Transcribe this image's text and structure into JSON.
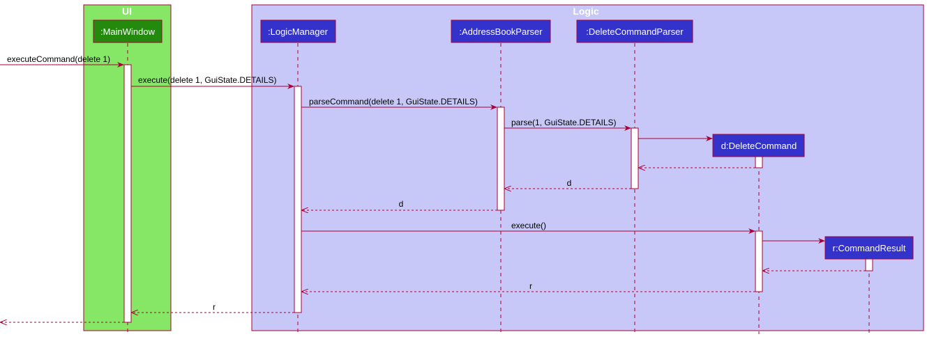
{
  "colors": {
    "ui_group": "#86E766",
    "logic_group": "#C8C8F8",
    "ui_participant": "#238A0E",
    "logic_participant": "#3333CC",
    "arrow": "#A80036",
    "participant_border": "#A80036"
  },
  "groups": {
    "ui": "UI",
    "logic": "Logic"
  },
  "participants": {
    "main_window": ":MainWindow",
    "logic_manager": ":LogicManager",
    "address_book_parser": ":AddressBookParser",
    "delete_command_parser": ":DeleteCommandParser",
    "delete_command": "d:DeleteCommand",
    "command_result": "r:CommandResult"
  },
  "messages": {
    "m1": "executeCommand(delete 1)",
    "m2": "execute(delete 1, GuiState.DETAILS)",
    "m3": "parseCommand(delete 1, GuiState.DETAILS)",
    "m4": "parse(1, GuiState.DETAILS)",
    "m6": "d",
    "m7": "d",
    "m8": "execute()",
    "m10": "r",
    "m11": "r"
  }
}
